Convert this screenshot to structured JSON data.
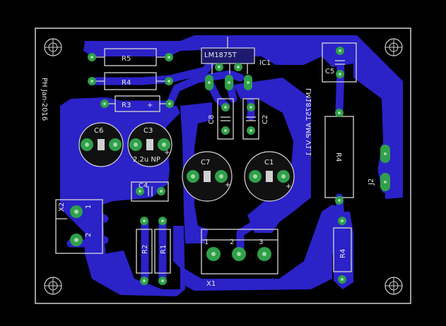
{
  "board": {
    "outline_color": "#cfcfcf",
    "copper_color": "#2b22c8",
    "pad_color": "#2fa04a",
    "background": "#000000"
  },
  "texts": {
    "author": "PH Jan-2016",
    "title": "LM1875T AMP V1.1"
  },
  "components": {
    "r5": "R5",
    "r4_top": "R4",
    "r3": "R3",
    "ic1_part": "LM1875T",
    "ic1_ref": "IC1",
    "c5": "C5",
    "c6": "C6",
    "c3": "C3",
    "c3_value": "2.2u NP",
    "c8": "C8",
    "c2": "C2",
    "c7": "C7",
    "c1": "C1",
    "r4_side": "R4",
    "j2": "J2",
    "c4": "C4",
    "x2": "X2",
    "x2_pin1": "1",
    "x2_pin2": "2",
    "r2": "R2",
    "r1": "R1",
    "x1": "X1",
    "x1_pin1": "1",
    "x1_pin2": "2",
    "x1_pin3": "3",
    "r_right": "R4"
  },
  "icons": [
    "mounting-hole-icon",
    "plus-icon"
  ]
}
